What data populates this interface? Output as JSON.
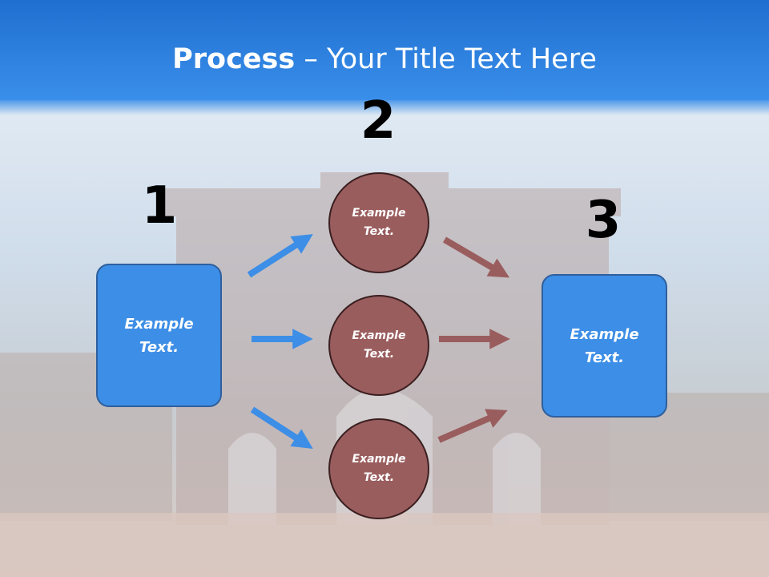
{
  "title": {
    "bold": "Process",
    "rest": " – Your Title Text Here"
  },
  "steps": {
    "one": "1",
    "two": "2",
    "three": "3"
  },
  "left_box": {
    "text": "Example\nText."
  },
  "right_box": {
    "text": "Example\nText."
  },
  "circles": [
    {
      "text": "Example\nText."
    },
    {
      "text": "Example\nText."
    },
    {
      "text": "Example\nText."
    }
  ],
  "colors": {
    "blue": "#3d8ee6",
    "brown": "#9a5d5e",
    "header": "#2f82e4"
  }
}
